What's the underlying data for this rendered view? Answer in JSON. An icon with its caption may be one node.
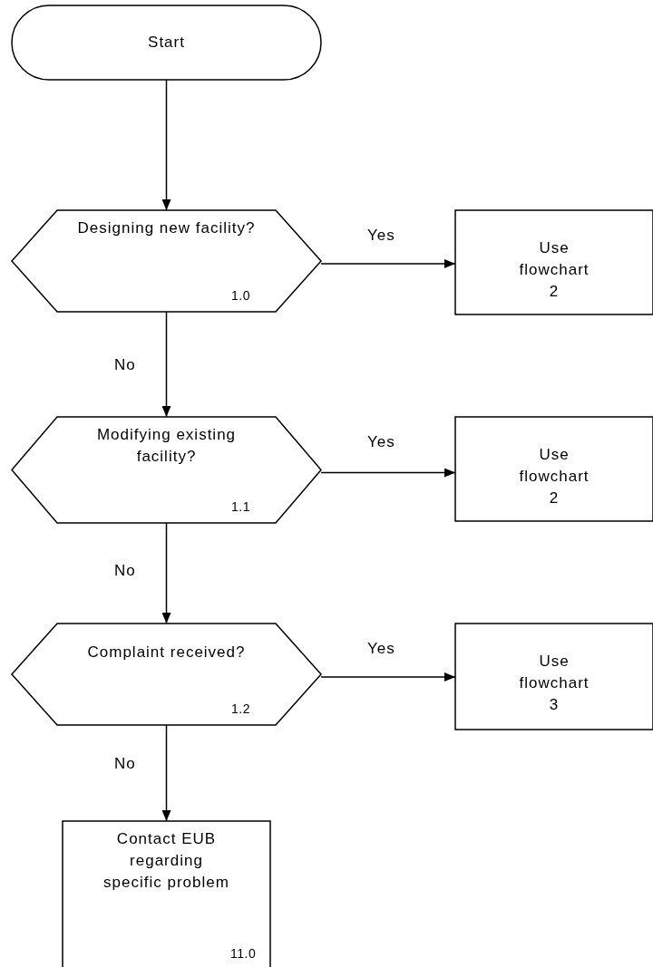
{
  "diagram": {
    "nodes": [
      {
        "text": [
          "Start"
        ]
      },
      {
        "text": [
          "Designing new facility?",
          "1.0"
        ]
      },
      {
        "text": [
          "Use flowchart 2"
        ]
      },
      {
        "text": [
          "Modifying existing facility?",
          "1.1"
        ]
      },
      {
        "text": [
          "Use flowchart 2"
        ]
      },
      {
        "text": [
          "Complaint received?",
          "1.2"
        ]
      },
      {
        "text": [
          "Use flowchart 3"
        ]
      },
      {
        "text": [
          "Contact EUB regarding specific problem",
          "11.0"
        ]
      }
    ],
    "edges": [
      {
        "from": 0,
        "to": 1,
        "arrow": "to"
      },
      {
        "from": 1,
        "to": 2,
        "arrow": "to",
        "label": "Yes"
      },
      {
        "from": 1,
        "to": 3,
        "arrow": "to",
        "label": "No"
      },
      {
        "from": 3,
        "to": 4,
        "arrow": "to",
        "label": "Yes"
      },
      {
        "from": 3,
        "to": 5,
        "arrow": "to",
        "label": "No"
      },
      {
        "from": 5,
        "to": 6,
        "arrow": "to",
        "label": "Yes"
      },
      {
        "from": 5,
        "to": 7,
        "arrow": "to",
        "label": "No"
      }
    ]
  }
}
